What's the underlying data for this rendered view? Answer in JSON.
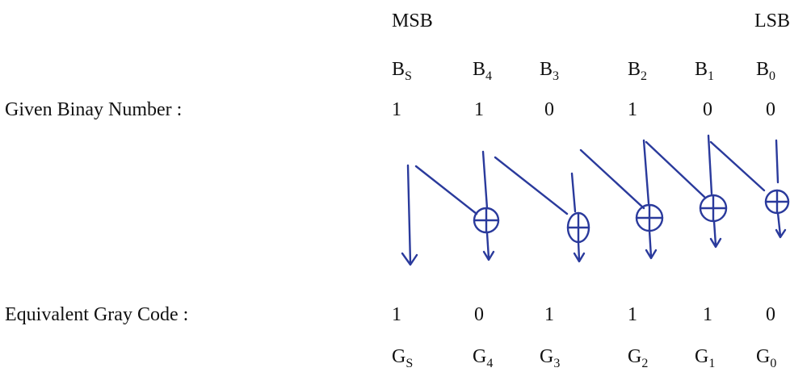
{
  "header": {
    "msb": "MSB",
    "lsb": "LSB"
  },
  "labels": {
    "binary": "Given Binay Number :",
    "gray": "Equivalent Gray Code :"
  },
  "binary_bits": [
    {
      "letter": "B",
      "sub": "S",
      "value": "1"
    },
    {
      "letter": "B",
      "sub": "4",
      "value": "1"
    },
    {
      "letter": "B",
      "sub": "3",
      "value": "0"
    },
    {
      "letter": "B",
      "sub": "2",
      "value": "1"
    },
    {
      "letter": "B",
      "sub": "1",
      "value": "0"
    },
    {
      "letter": "B",
      "sub": "0",
      "value": "0"
    }
  ],
  "gray_bits": [
    {
      "letter": "G",
      "sub": "S",
      "value": "1"
    },
    {
      "letter": "G",
      "sub": "4",
      "value": "0"
    },
    {
      "letter": "G",
      "sub": "3",
      "value": "1"
    },
    {
      "letter": "G",
      "sub": "2",
      "value": "1"
    },
    {
      "letter": "G",
      "sub": "1",
      "value": "1"
    },
    {
      "letter": "G",
      "sub": "0",
      "value": "0"
    }
  ],
  "sketch": {
    "operator": "XOR",
    "ink_color": "#2a3a9c"
  }
}
